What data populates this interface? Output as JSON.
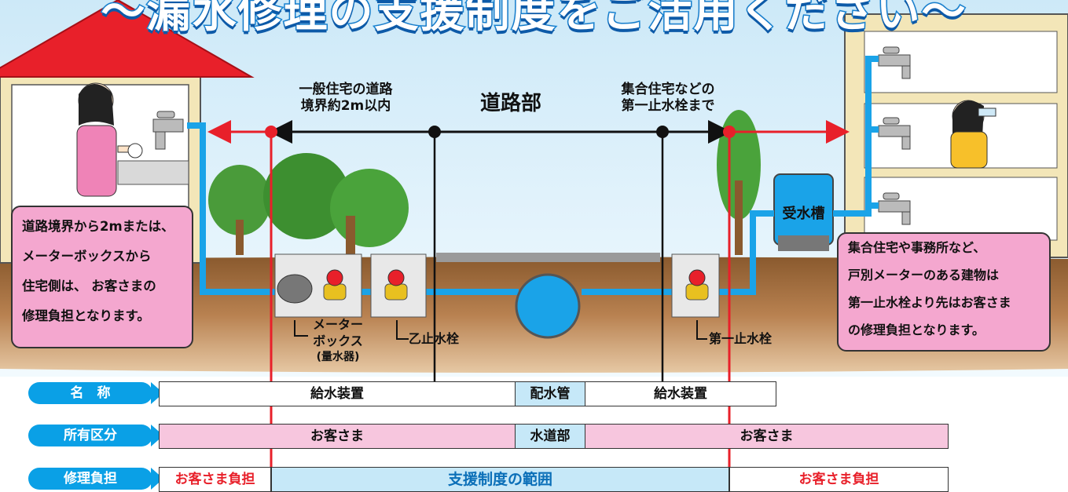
{
  "title": "〜漏水修理の支援制度をご活用ください〜",
  "labels": {
    "road_section": "道路部",
    "house_limit_line1": "一般住宅の道路",
    "house_limit_line2": "境界約2m以内",
    "apartment_limit_line1": "集合住宅などの",
    "apartment_limit_line2": "第一止水栓まで",
    "water_tank": "受水槽",
    "meter_box_line1": "メーター",
    "meter_box_line2": "ボックス",
    "meter_box_line3": "(量水器)",
    "otsu_valve": "乙止水栓",
    "first_valve": "第一止水栓"
  },
  "notes": {
    "left": [
      "道路境界から2mまたは、",
      "メーターボックスから",
      "住宅側は、 お客さまの",
      "修理負担となります。"
    ],
    "right": [
      "集合住宅や事務所など、",
      "戸別メーターのある建物は",
      "第一止水栓より先はお客さま",
      "の修理負担となります。"
    ]
  },
  "table": {
    "rows": [
      {
        "header": "名　称",
        "cells": [
          "給水装置",
          "配水管",
          "給水装置"
        ]
      },
      {
        "header": "所有区分",
        "cells": [
          "お客さま",
          "水道部",
          "お客さま"
        ]
      },
      {
        "header": "修理負担",
        "cells": [
          "お客さま負担",
          "支援制度の範囲",
          "お客さま負担"
        ]
      }
    ]
  },
  "colors": {
    "pipe": "#1aa3e8",
    "pill": "#0aa0e6",
    "customer_pink": "#f7c6de",
    "support_blue": "#c6e8f8",
    "note_pink": "#f4a7cf",
    "red_line": "#e8202a",
    "sky": "#dff1fb",
    "ground": "#b07a45"
  }
}
